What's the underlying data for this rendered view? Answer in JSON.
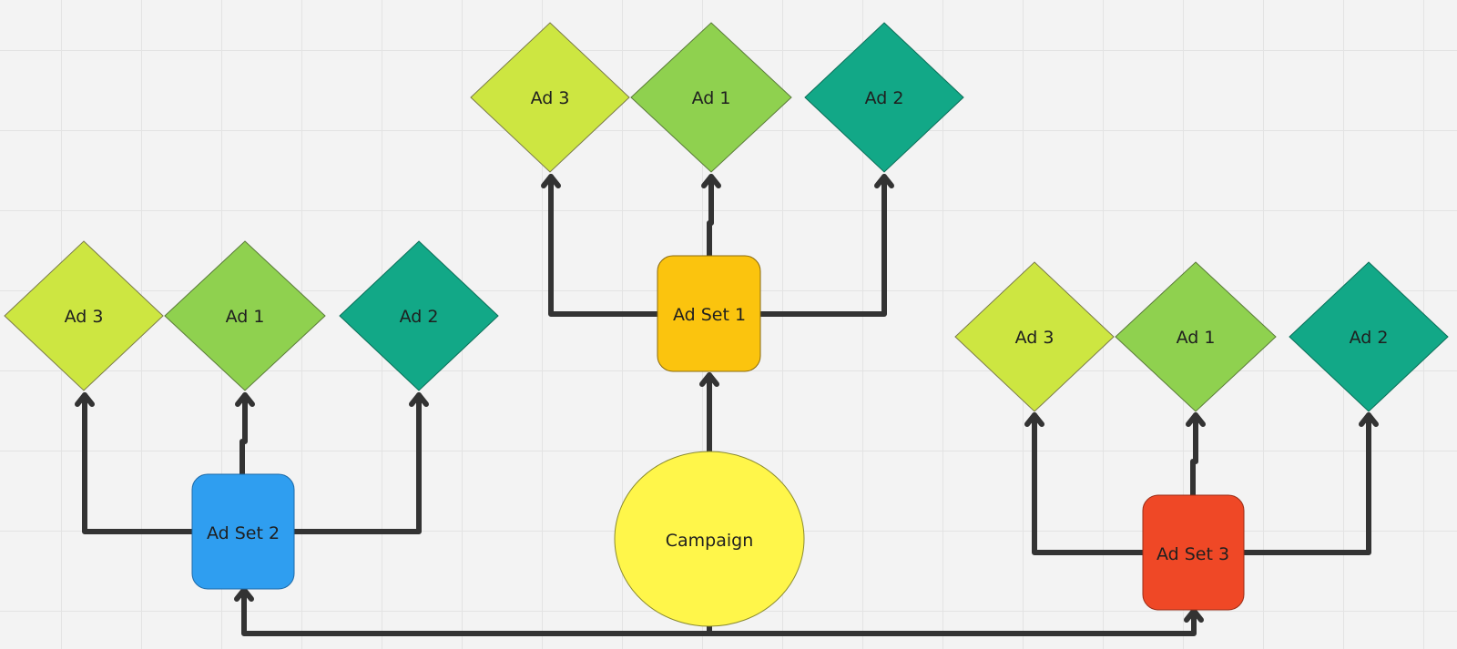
{
  "colors": {
    "campaign": "#fff64a",
    "ad_set_1": "#fbc40e",
    "ad_set_2": "#2f9ef0",
    "ad_set_3": "#ef4826",
    "ad_3": "#cde641",
    "ad_1": "#8fd14f",
    "ad_2": "#12a887",
    "connector": "#333333"
  },
  "campaign": {
    "label": "Campaign"
  },
  "ad_sets": [
    {
      "label": "Ad Set 1",
      "ads": [
        "Ad 3",
        "Ad 1",
        "Ad 2"
      ]
    },
    {
      "label": "Ad Set 2",
      "ads": [
        "Ad 3",
        "Ad 1",
        "Ad 2"
      ]
    },
    {
      "label": "Ad Set 3",
      "ads": [
        "Ad 3",
        "Ad 1",
        "Ad 2"
      ]
    }
  ]
}
